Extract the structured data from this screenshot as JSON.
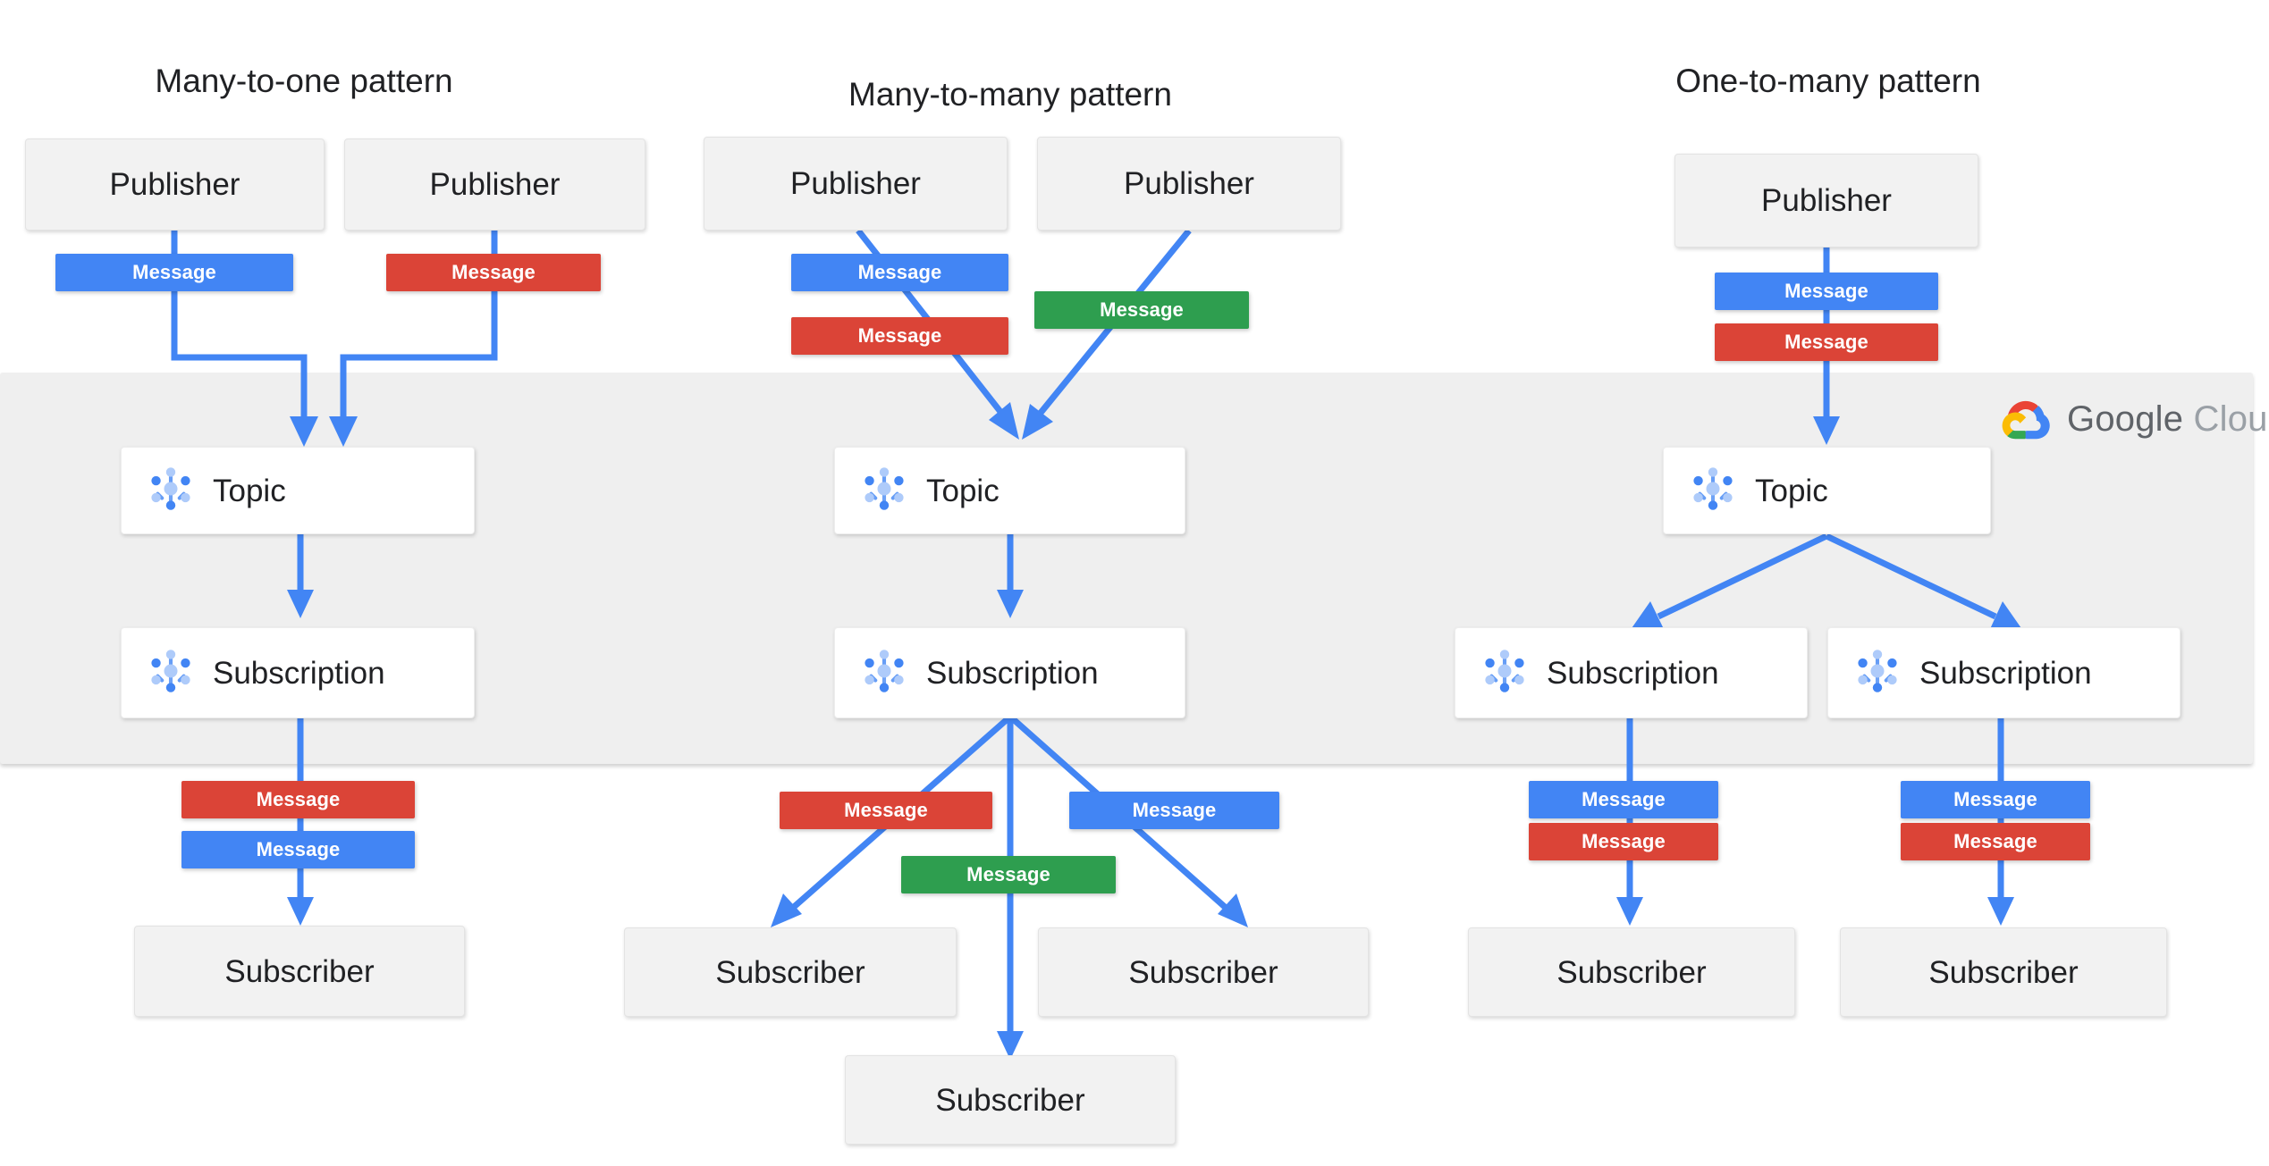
{
  "brand": {
    "name": "Google Cloud",
    "name_part1": "Google",
    "name_part2": "Cloud",
    "logo_icon": "google-cloud-logo-icon",
    "band_color": "#EFEFEF",
    "text_color": "#5F6368"
  },
  "colors": {
    "message_blue": "#4285F4",
    "message_red": "#DB4437",
    "message_green": "#2E9E4F",
    "arrow_blue": "#4285F4",
    "node_gray": "#F2F2F2",
    "node_white": "#FFFFFF",
    "text": "#202124"
  },
  "icons": {
    "pubsub": "pubsub-topic-icon"
  },
  "labels": {
    "publisher": "Publisher",
    "subscriber": "Subscriber",
    "topic": "Topic",
    "subscription": "Subscription",
    "message": "Message"
  },
  "columns": [
    {
      "id": "many-to-one",
      "title": "Many-to-one pattern",
      "publishers": [
        "Publisher",
        "Publisher"
      ],
      "publish_messages": [
        "Message",
        "Message"
      ],
      "publish_message_colors": [
        "blue",
        "red"
      ],
      "topics": [
        "Topic"
      ],
      "subscriptions": [
        "Subscription"
      ],
      "deliver_messages": [
        "Message",
        "Message"
      ],
      "deliver_message_colors": [
        "red",
        "blue"
      ],
      "subscribers": [
        "Subscriber"
      ]
    },
    {
      "id": "many-to-many",
      "title": "Many-to-many  pattern",
      "publishers": [
        "Publisher",
        "Publisher"
      ],
      "publish_messages": [
        "Message",
        "Message",
        "Message"
      ],
      "publish_message_colors": [
        "blue",
        "red",
        "green"
      ],
      "topics": [
        "Topic"
      ],
      "subscriptions": [
        "Subscription"
      ],
      "deliver_messages": [
        "Message",
        "Message",
        "Message"
      ],
      "deliver_message_colors": [
        "red",
        "blue",
        "green"
      ],
      "subscribers": [
        "Subscriber",
        "Subscriber",
        "Subscriber"
      ]
    },
    {
      "id": "one-to-many",
      "title": "One-to-many pattern",
      "publishers": [
        "Publisher"
      ],
      "publish_messages": [
        "Message",
        "Message"
      ],
      "publish_message_colors": [
        "blue",
        "red"
      ],
      "topics": [
        "Topic"
      ],
      "subscriptions": [
        "Subscription",
        "Subscription"
      ],
      "deliver_messages": [
        "Message",
        "Message",
        "Message",
        "Message"
      ],
      "deliver_message_colors": [
        "blue",
        "red",
        "blue",
        "red"
      ],
      "subscribers": [
        "Subscriber",
        "Subscriber"
      ]
    }
  ],
  "nodes": {
    "c1_pub1": "Publisher",
    "c1_pub2": "Publisher",
    "c1_msg1": "Message",
    "c1_msg2": "Message",
    "c1_topic": "Topic",
    "c1_sub": "Subscription",
    "c1_dmsg1": "Message",
    "c1_dmsg2": "Message",
    "c1_subscriber": "Subscriber",
    "c2_pub1": "Publisher",
    "c2_pub2": "Publisher",
    "c2_msg1": "Message",
    "c2_msg2": "Message",
    "c2_msg3": "Message",
    "c2_topic": "Topic",
    "c2_sub": "Subscription",
    "c2_dmsg1": "Message",
    "c2_dmsg2": "Message",
    "c2_dmsg3": "Message",
    "c2_subscriber1": "Subscriber",
    "c2_subscriber2": "Subscriber",
    "c2_subscriber3": "Subscriber",
    "c3_pub1": "Publisher",
    "c3_msg1": "Message",
    "c3_msg2": "Message",
    "c3_topic": "Topic",
    "c3_sub1": "Subscription",
    "c3_sub2": "Subscription",
    "c3_dmsg1": "Message",
    "c3_dmsg2": "Message",
    "c3_dmsg3": "Message",
    "c3_dmsg4": "Message",
    "c3_subscriber1": "Subscriber",
    "c3_subscriber2": "Subscriber"
  },
  "titles": {
    "col1": "Many-to-one pattern",
    "col2": "Many-to-many  pattern",
    "col3": "One-to-many pattern"
  }
}
